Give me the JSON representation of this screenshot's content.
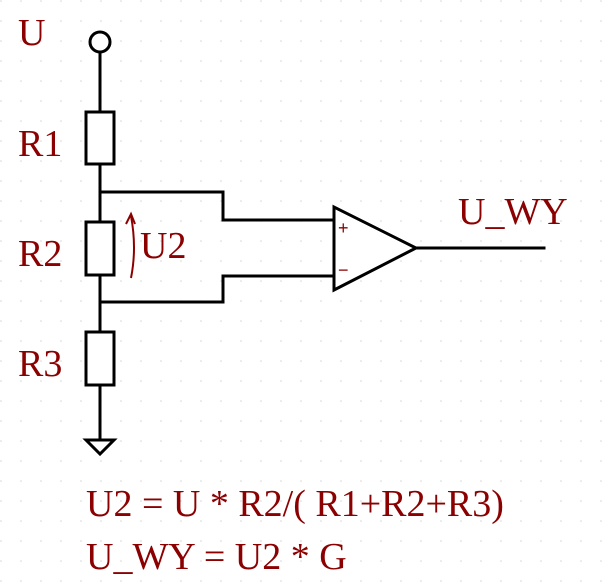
{
  "labels": {
    "supply": "U",
    "r1": "R1",
    "r2": "R2",
    "r3": "R3",
    "u2": "U2",
    "output": "U_WY",
    "plus": "+",
    "minus": "−"
  },
  "equations": [
    "U2 = U * R2/( R1+R2+R3)",
    "U_WY = U2 * G"
  ],
  "colors": {
    "label": "#8b0000",
    "wire": "#000000",
    "grid": "#d6d6d6"
  }
}
